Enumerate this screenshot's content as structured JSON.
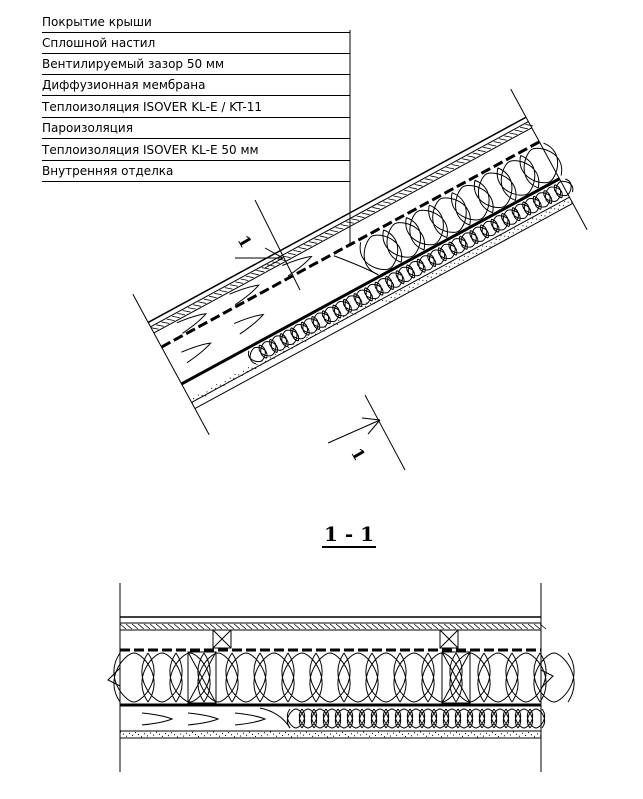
{
  "legend": {
    "layers": [
      "Покрытие крыши",
      "Сплошной настил",
      "Вентилируемый зазор 50 мм",
      "Диффузионная мембрана",
      "Теплоизоляция ISOVER KL-E / KT-11",
      "Пароизоляция",
      "Теплоизоляция ISOVER KL-E  50 мм",
      "Внутренняя отделка"
    ]
  },
  "section": {
    "title": "1 - 1",
    "mark": "1"
  }
}
